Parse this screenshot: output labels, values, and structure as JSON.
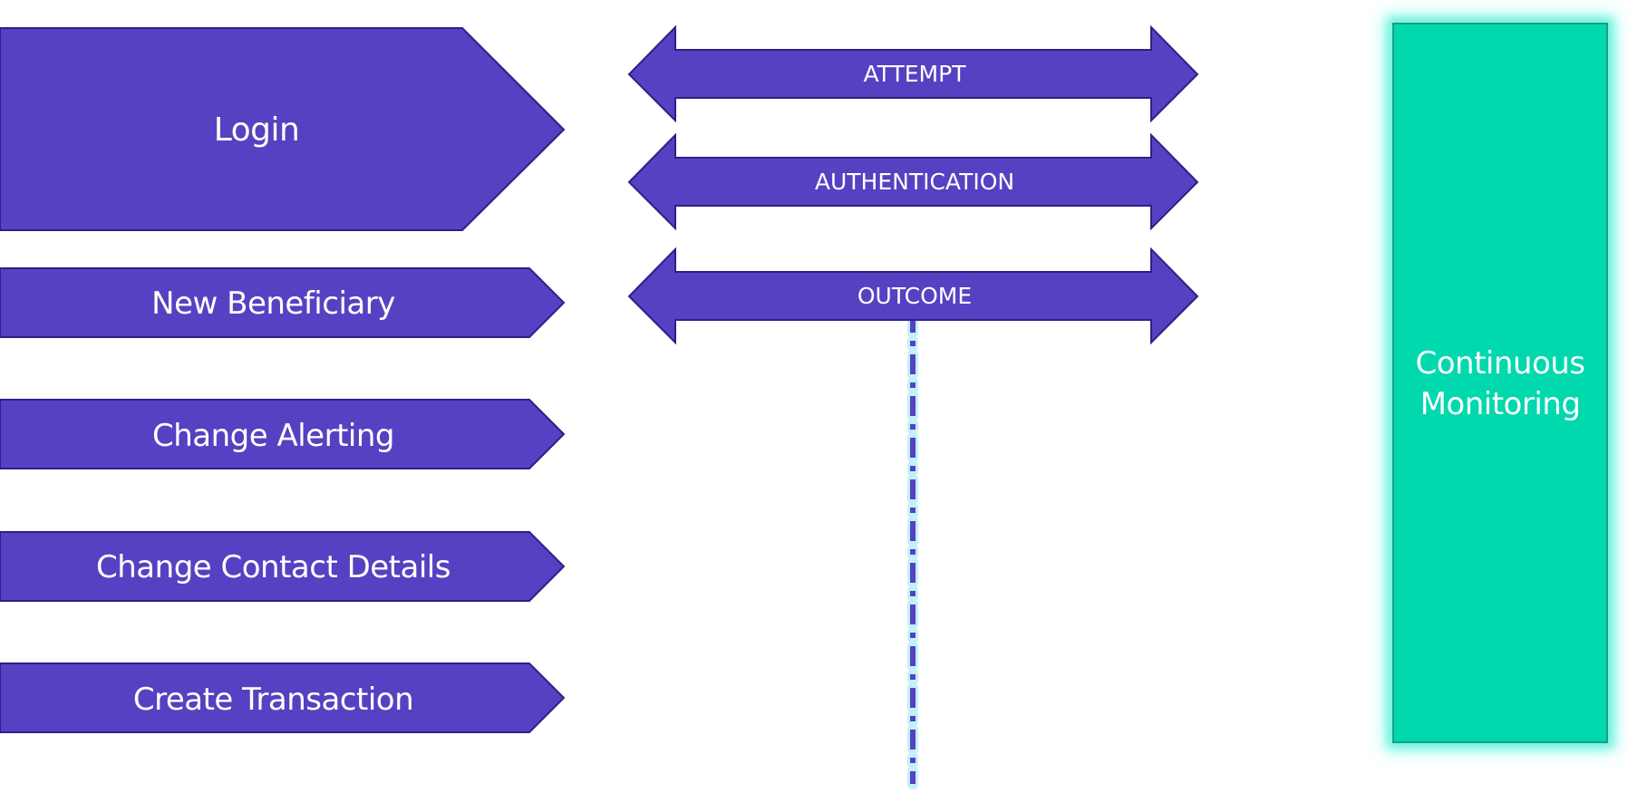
{
  "colors": {
    "shape_fill": "#5641c2",
    "shape_stroke": "#2e1f87",
    "monitor_fill": "#00d8ae",
    "monitor_glow": "#6ff2df",
    "dash_line": "#5641c2",
    "dash_glow": "#8fe9f7"
  },
  "events": [
    {
      "label": "Login"
    },
    {
      "label": "New Beneficiary"
    },
    {
      "label": "Change Alerting"
    },
    {
      "label": "Change Contact Details"
    },
    {
      "label": "Create Transaction"
    }
  ],
  "phases": [
    {
      "label": "ATTEMPT"
    },
    {
      "label": "AUTHENTICATION"
    },
    {
      "label": "OUTCOME"
    }
  ],
  "monitoring": {
    "label": "Continuous Monitoring"
  }
}
